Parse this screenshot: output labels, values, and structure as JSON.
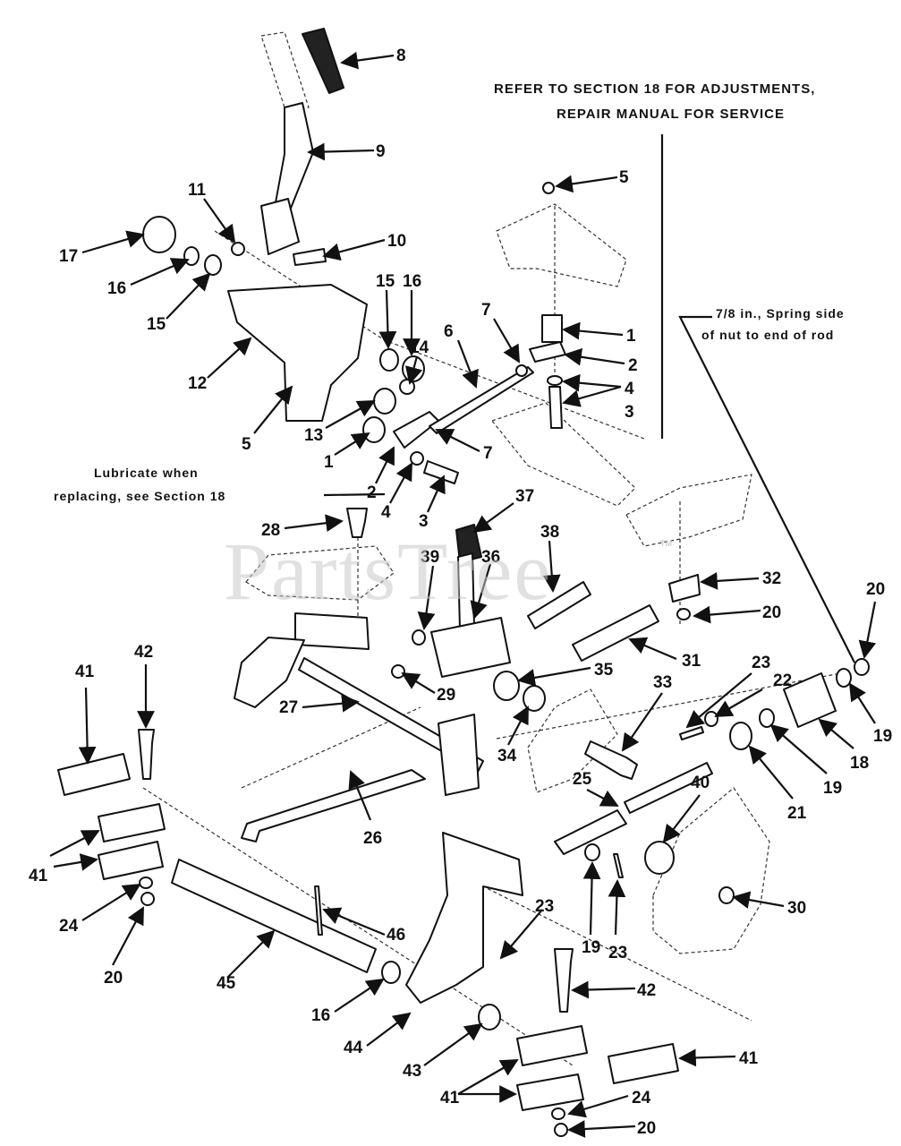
{
  "notes": {
    "adjust_line1": "REFER TO SECTION 18 FOR ADJUSTMENTS,",
    "adjust_line2": "REPAIR MANUAL FOR SERVICE",
    "spring_line1": "7/8 in., Spring  side",
    "spring_line2": "of nut to end of rod",
    "lube_line1": "Lubricate when",
    "lube_line2": "replacing, see Section 18"
  },
  "watermark": {
    "text": "PartsTree",
    "tm": "TM"
  },
  "callouts": [
    {
      "id": "c8",
      "label": "8"
    },
    {
      "id": "c9",
      "label": "9"
    },
    {
      "id": "c11",
      "label": "11"
    },
    {
      "id": "c10",
      "label": "10"
    },
    {
      "id": "c17",
      "label": "17"
    },
    {
      "id": "c16a",
      "label": "16"
    },
    {
      "id": "c15a",
      "label": "15"
    },
    {
      "id": "c12",
      "label": "12"
    },
    {
      "id": "c15b",
      "label": "15"
    },
    {
      "id": "c16b",
      "label": "16"
    },
    {
      "id": "c14",
      "label": "14"
    },
    {
      "id": "c13",
      "label": "13"
    },
    {
      "id": "c5a",
      "label": "5"
    },
    {
      "id": "c1a",
      "label": "1"
    },
    {
      "id": "c2a",
      "label": "2"
    },
    {
      "id": "c7a",
      "label": "7"
    },
    {
      "id": "c4a",
      "label": "4"
    },
    {
      "id": "c3a",
      "label": "3"
    },
    {
      "id": "c6",
      "label": "6"
    },
    {
      "id": "c7b",
      "label": "7"
    },
    {
      "id": "c5b",
      "label": "5"
    },
    {
      "id": "c1b",
      "label": "1"
    },
    {
      "id": "c2b",
      "label": "2"
    },
    {
      "id": "c4b",
      "label": "4"
    },
    {
      "id": "c3b",
      "label": "3"
    },
    {
      "id": "c28",
      "label": "28"
    },
    {
      "id": "c37",
      "label": "37"
    },
    {
      "id": "c39",
      "label": "39"
    },
    {
      "id": "c36",
      "label": "36"
    },
    {
      "id": "c38",
      "label": "38"
    },
    {
      "id": "c32",
      "label": "32"
    },
    {
      "id": "c20a",
      "label": "20"
    },
    {
      "id": "c20b",
      "label": "20"
    },
    {
      "id": "c31",
      "label": "31"
    },
    {
      "id": "c35",
      "label": "35"
    },
    {
      "id": "c29",
      "label": "29"
    },
    {
      "id": "c33",
      "label": "33"
    },
    {
      "id": "c23a",
      "label": "23"
    },
    {
      "id": "c22",
      "label": "22"
    },
    {
      "id": "c19a",
      "label": "19"
    },
    {
      "id": "c18",
      "label": "18"
    },
    {
      "id": "c34",
      "label": "34"
    },
    {
      "id": "c27",
      "label": "27"
    },
    {
      "id": "c19b",
      "label": "19"
    },
    {
      "id": "c21",
      "label": "21"
    },
    {
      "id": "c41a",
      "label": "41"
    },
    {
      "id": "c42a",
      "label": "42"
    },
    {
      "id": "c25",
      "label": "25"
    },
    {
      "id": "c40",
      "label": "40"
    },
    {
      "id": "c26",
      "label": "26"
    },
    {
      "id": "c41b",
      "label": "41"
    },
    {
      "id": "c30",
      "label": "30"
    },
    {
      "id": "c24a",
      "label": "24"
    },
    {
      "id": "c19c",
      "label": "19"
    },
    {
      "id": "c23b",
      "label": "23"
    },
    {
      "id": "c23c",
      "label": "23"
    },
    {
      "id": "c46",
      "label": "46"
    },
    {
      "id": "c20c",
      "label": "20"
    },
    {
      "id": "c45",
      "label": "45"
    },
    {
      "id": "c42b",
      "label": "42"
    },
    {
      "id": "c16c",
      "label": "16"
    },
    {
      "id": "c44",
      "label": "44"
    },
    {
      "id": "c41c",
      "label": "41"
    },
    {
      "id": "c43",
      "label": "43"
    },
    {
      "id": "c41d",
      "label": "41"
    },
    {
      "id": "c24b",
      "label": "24"
    },
    {
      "id": "c20d",
      "label": "20"
    }
  ]
}
